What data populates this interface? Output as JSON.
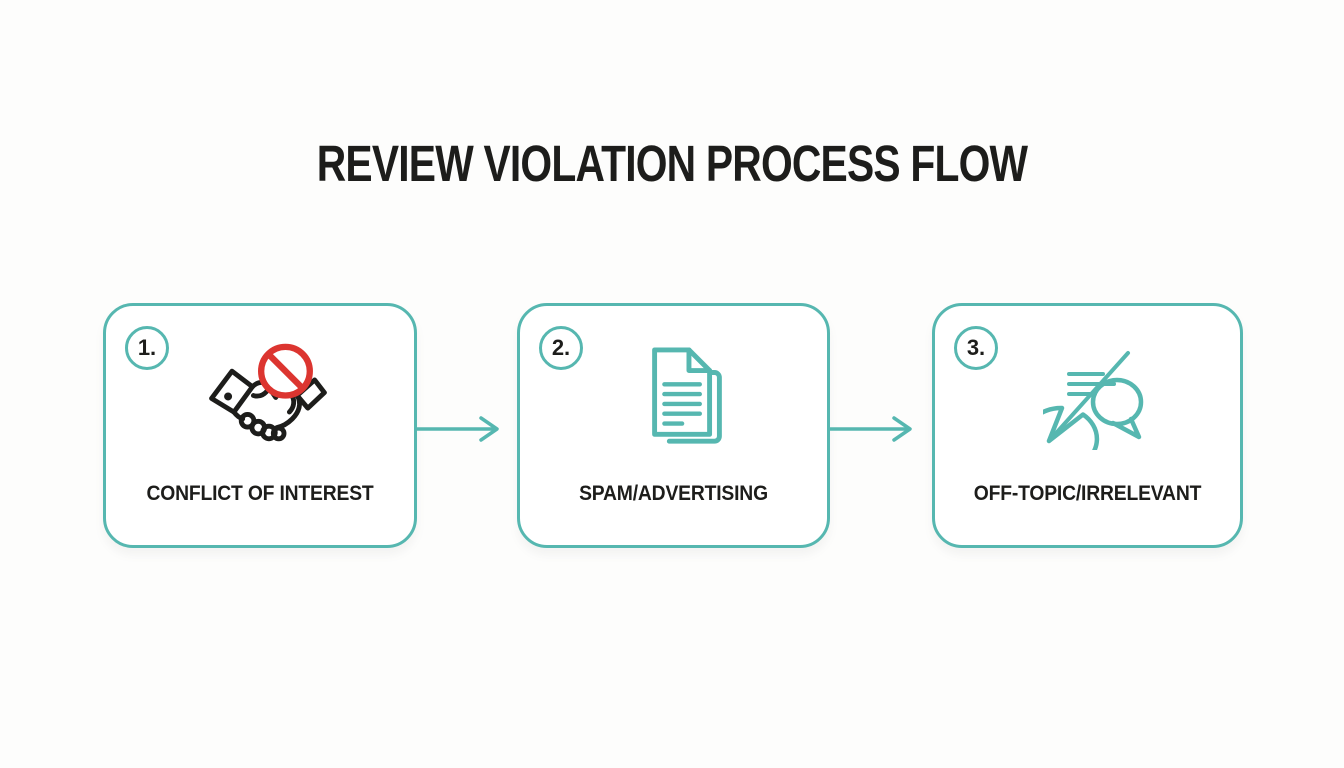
{
  "page": {
    "title": "REVIEW VIOLATION PROCESS FLOW"
  },
  "colors": {
    "accent_teal": "#56b7b0",
    "prohibition_red": "#dc3530",
    "ink": "#1d1d1b",
    "page_bg": "#fdfdfc",
    "card_bg": "#ffffff"
  },
  "steps": [
    {
      "number": "1.",
      "label": "CONFLICT OF INTEREST",
      "icon": "no-handshake-icon"
    },
    {
      "number": "2.",
      "label": "SPAM/ADVERTISING",
      "icon": "spam-documents-icon"
    },
    {
      "number": "3.",
      "label": "OFF-TOPIC/IRRELEVANT",
      "icon": "blocked-chat-icon"
    }
  ],
  "connectors": [
    {
      "icon": "arrow-right-icon"
    },
    {
      "icon": "arrow-right-icon"
    }
  ]
}
